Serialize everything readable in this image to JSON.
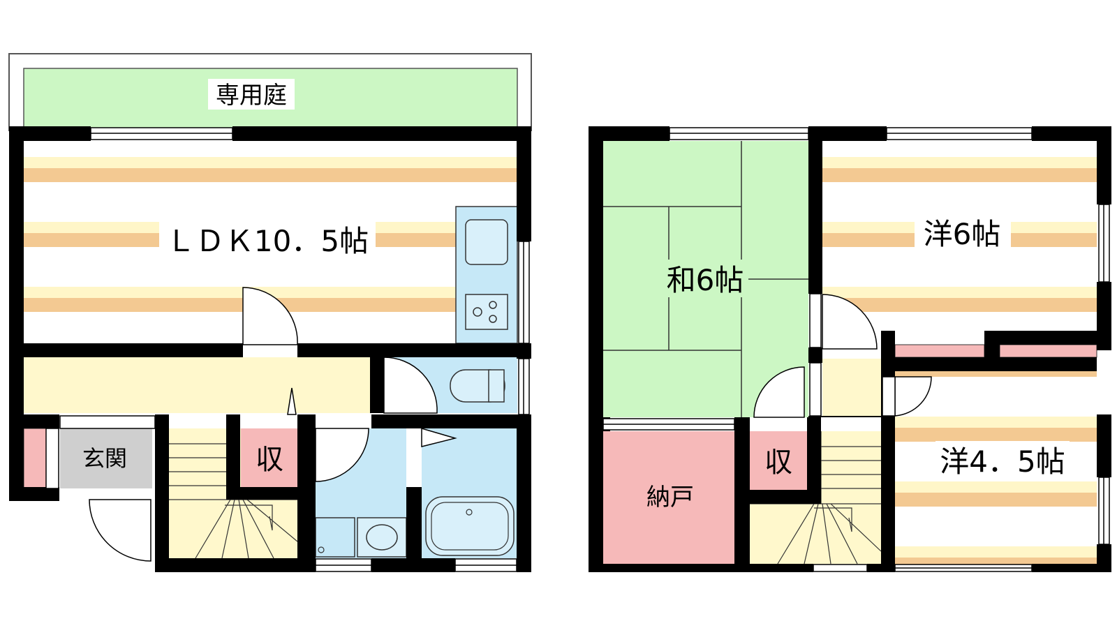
{
  "floor1": {
    "garden": "専用庭",
    "ldk": "ＬＤＫ10．5帖",
    "entrance": "玄関",
    "storage": "収"
  },
  "floor2": {
    "washitsu": "和6帖",
    "yo6": "洋6帖",
    "yo45": "洋4．5帖",
    "nando": "納戸",
    "storage": "収"
  },
  "colors": {
    "wall": "#000000",
    "garden": "#ccf7c4",
    "tatami": "#ccf7c4",
    "floor_stripe_light": "#fff6c8",
    "floor_stripe_dark": "#f3c992",
    "hall": "#fff8cc",
    "wet_area": "#c6e8f7",
    "storage": "#f6b9b9",
    "entrance": "#cfcfcf",
    "stairs": "#fff8cc"
  }
}
